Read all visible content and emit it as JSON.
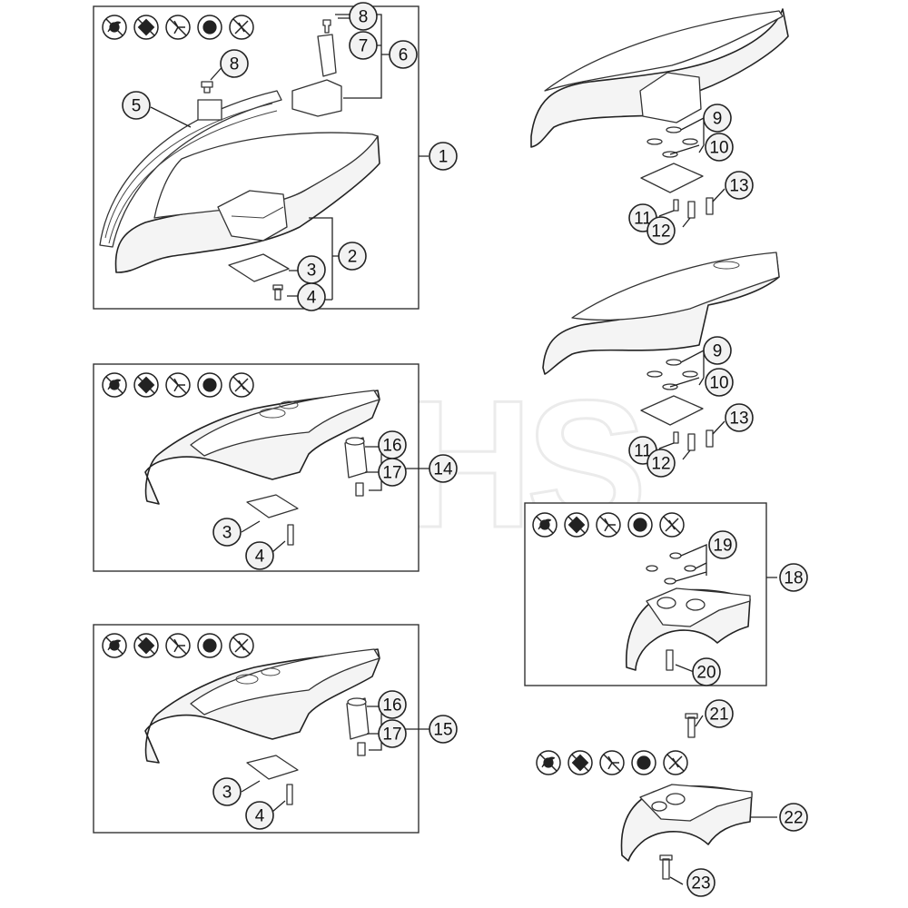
{
  "diagram": {
    "watermark": "GHS",
    "callouts": {
      "c1": "1",
      "c2": "2",
      "c3": "3",
      "c4": "4",
      "c5": "5",
      "c6": "6",
      "c7": "7",
      "c8": "8",
      "c9": "9",
      "c10": "10",
      "c11": "11",
      "c12": "12",
      "c13": "13",
      "c14": "14",
      "c15": "15",
      "c16": "16",
      "c17": "17",
      "c18": "18",
      "c19": "19",
      "c20": "20",
      "c21": "21",
      "c22": "22",
      "c23": "23"
    },
    "symbol_row_icons": [
      "trimmer-head-icon",
      "polycut-head-icon",
      "three-blade-icon",
      "disc-blade-icon",
      "two-blade-icon"
    ],
    "colors": {
      "line": "#222222",
      "frame": "#333333",
      "callout_fill": "#f2f2f2",
      "watermark": "#ebebeb"
    }
  }
}
